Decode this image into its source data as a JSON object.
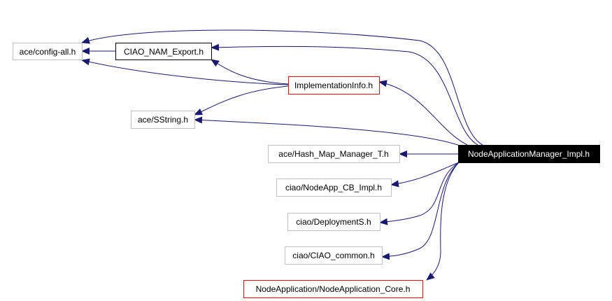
{
  "colors": {
    "edge": "#191970",
    "gray_border": "#bfbfbf",
    "red_border": "#ff0000",
    "black_border": "#000000",
    "focus_fill": "#000000"
  },
  "nodes": {
    "config_all": "ace/config-all.h",
    "nam_export": "CIAO_NAM_Export.h",
    "impl_info": "ImplementationInfo.h",
    "sstring": "ace/SString.h",
    "hash_map": "ace/Hash_Map_Manager_T.h",
    "focus": "NodeApplicationManager_Impl.h",
    "cb_impl": "ciao/NodeApp_CB_Impl.h",
    "deployment": "ciao/DeploymentS.h",
    "ciao_common": "ciao/CIAO_common.h",
    "core": "NodeApplication/NodeApplication_Core.h"
  }
}
